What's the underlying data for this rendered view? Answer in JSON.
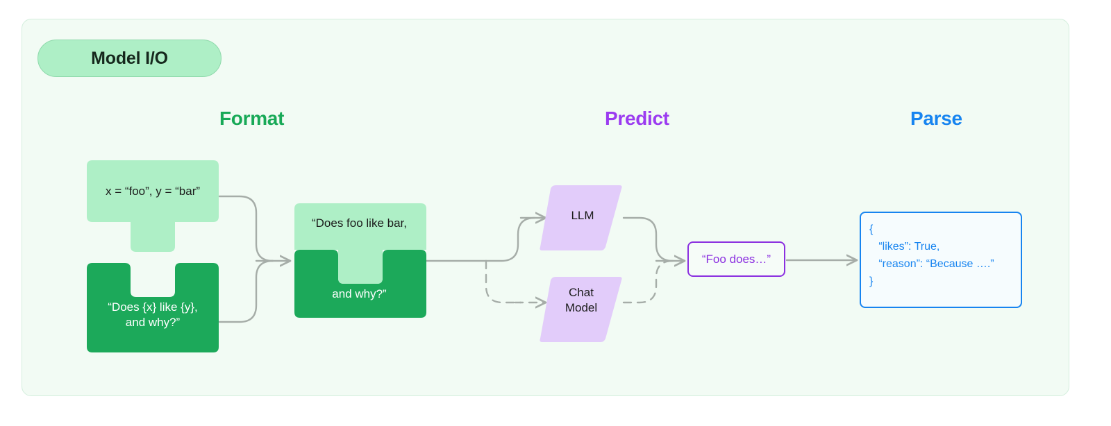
{
  "panel": {
    "badge_label": "Model I/O",
    "background": "#F2FBF4",
    "border_color": "#D3EEDC",
    "badge_fill": "#AEEFC6",
    "badge_border": "#8FD9AB"
  },
  "columns": [
    {
      "key": "format",
      "label": "Format",
      "color": "#18A957"
    },
    {
      "key": "predict",
      "label": "Predict",
      "color": "#9B3BF0"
    },
    {
      "key": "parse",
      "label": "Parse",
      "color": "#1784F0"
    }
  ],
  "format": {
    "variables_piece": {
      "label": "x = “foo”, y = “bar”",
      "fill": "#AEEFC6",
      "text_color": "#1B1B1B",
      "shape": "puzzle-tab-bottom"
    },
    "template_piece": {
      "label": "“Does {x} like {y},\nand why?”",
      "fill": "#1CA95A",
      "text_color": "#FFFFFF",
      "shape": "puzzle-notch-top"
    },
    "combined_piece": {
      "top_label": "“Does foo like bar,",
      "bottom_label": "and why?”",
      "top_fill": "#AEEFC6",
      "bottom_fill": "#1CA95A",
      "top_text_color": "#1B1B1B",
      "bottom_text_color": "#FFFFFF",
      "shape": "puzzle-interlocked"
    }
  },
  "predict": {
    "models": [
      {
        "key": "llm",
        "label": "LLM",
        "fill": "#E2CCFA",
        "text_color": "#1B1B1B",
        "shape": "parallelogram",
        "edge_style": "solid"
      },
      {
        "key": "chat",
        "label": "Chat\nModel",
        "fill": "#E2CCFA",
        "text_color": "#1B1B1B",
        "shape": "parallelogram",
        "edge_style": "dashed"
      }
    ],
    "completion": {
      "label": "“Foo does…”",
      "border_color": "#8B2FE0",
      "text_color": "#8B2FE0"
    }
  },
  "parse": {
    "output": {
      "text": "{\n   “likes”: True,\n   “reason”: “Because ….”\n}",
      "border_color": "#1784F0",
      "text_color": "#1784F0"
    }
  },
  "connectors": {
    "stroke_color": "#A6ADA8",
    "stroke_width": 2.4,
    "edges": [
      {
        "from": "variables_piece",
        "to": "combined_piece",
        "style": "solid"
      },
      {
        "from": "template_piece",
        "to": "combined_piece",
        "style": "solid"
      },
      {
        "from": "combined_piece",
        "to": "llm",
        "style": "solid"
      },
      {
        "from": "combined_piece",
        "to": "chat",
        "style": "dashed"
      },
      {
        "from": "llm",
        "to": "completion",
        "style": "solid"
      },
      {
        "from": "chat",
        "to": "completion",
        "style": "dashed"
      },
      {
        "from": "completion",
        "to": "output",
        "style": "solid"
      }
    ]
  }
}
